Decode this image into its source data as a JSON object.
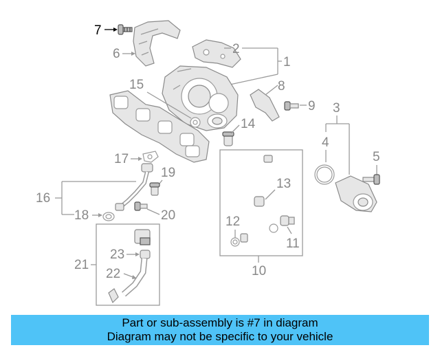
{
  "callouts": {
    "c1": "1",
    "c2": "2",
    "c3": "3",
    "c4": "4",
    "c5": "5",
    "c6": "6",
    "c7": "7",
    "c8": "8",
    "c9": "9",
    "c10": "10",
    "c11": "11",
    "c12": "12",
    "c13": "13",
    "c14": "14",
    "c15": "15",
    "c16": "16",
    "c17": "17",
    "c18": "18",
    "c19": "19",
    "c20": "20",
    "c21": "21",
    "c22": "22",
    "c23": "23"
  },
  "highlighted_part": "7",
  "banner": {
    "line1": "Part or sub-assembly is #7 in diagram",
    "line2": "Diagram may not be specific to your vehicle",
    "color": "#4fc3f7"
  }
}
